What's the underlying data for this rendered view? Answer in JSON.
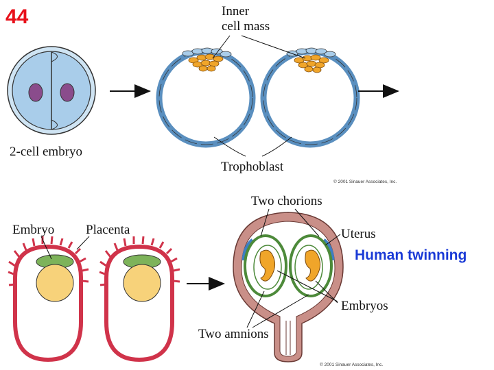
{
  "slide_number": "44",
  "title": "Human twinning",
  "top_panel": {
    "label_inner_cell_mass_line1": "Inner",
    "label_inner_cell_mass_line2": "cell mass",
    "label_two_cell_embryo": "2-cell embryo",
    "label_trophoblast": "Trophoblast",
    "credit": "© 2001 Sinauer Associates, Inc."
  },
  "bottom_panel": {
    "label_embryo": "Embryo",
    "label_placenta": "Placenta",
    "label_two_chorions": "Two chorions",
    "label_uterus": "Uterus",
    "label_embryos": "Embryos",
    "label_two_amnions": "Two amnions",
    "credit": "© 2001 Sinauer Associates, Inc."
  },
  "colors": {
    "slide_number": "#e8101a",
    "title": "#1a3ad6",
    "cell_blue": "#a9cdea",
    "nucleus_purple": "#8a4c8c",
    "icm_orange": "#f0a52a",
    "placenta_red": "#d0334a",
    "embryo_green": "#7db35a",
    "yolk_yellow": "#f7d27a",
    "uterus_pink": "#c98f88"
  }
}
